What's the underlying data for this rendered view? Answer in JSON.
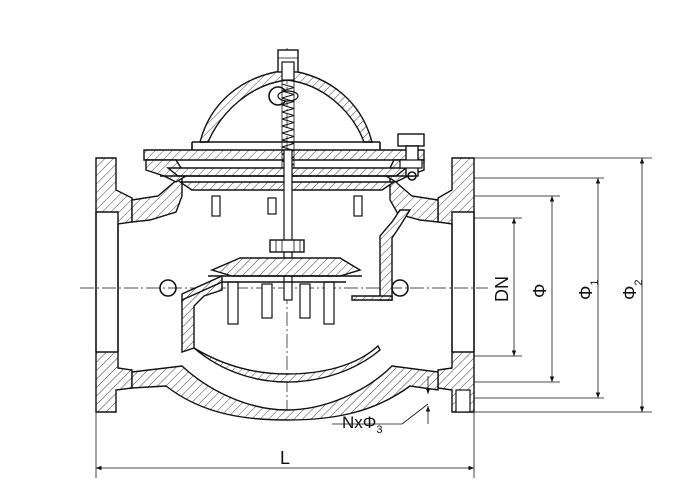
{
  "drawing": {
    "subject": "flanged diaphragm valve, sectional view",
    "dimensions": {
      "length": "L",
      "nominal_diameter": "DN",
      "bore_diameter": "Φ",
      "diameter_1_base": "Φ",
      "diameter_1_sub": "1",
      "diameter_2_base": "Φ",
      "diameter_2_sub": "2",
      "bolt_holes_base": "NxΦ",
      "bolt_holes_sub": "3"
    }
  }
}
